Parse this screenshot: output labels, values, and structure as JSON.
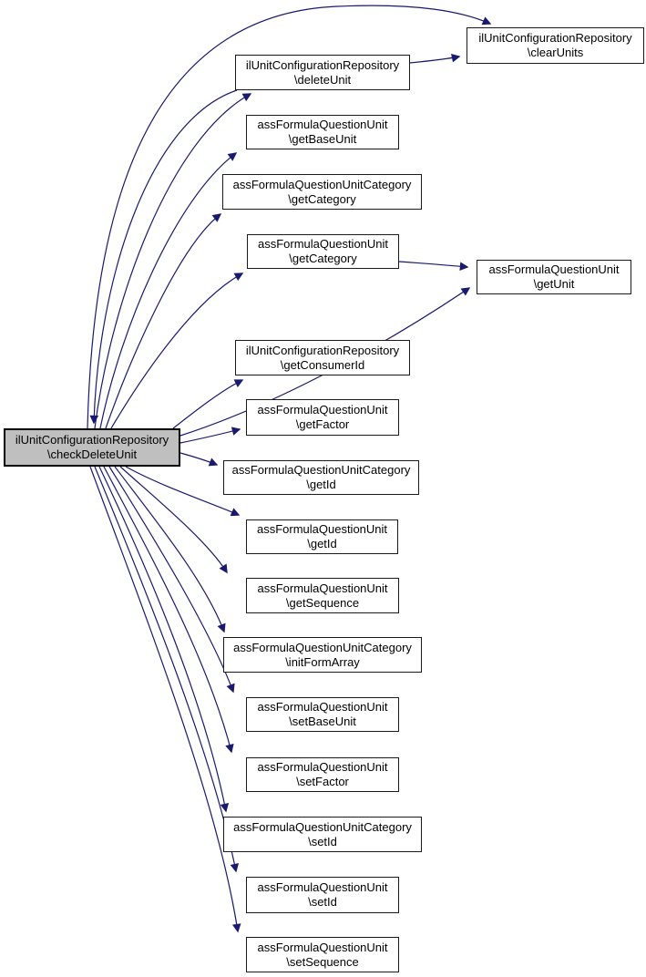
{
  "diagram": {
    "type": "call-graph",
    "edge_color": "#191970",
    "node_fill": "#ffffff",
    "node_border_color": "#1a1a1a",
    "highlight_fill": "#bfbfbf"
  },
  "nodes": [
    {
      "id": "check-delete-unit",
      "line1": "ilUnitConfigurationRepository",
      "line2": "\\checkDeleteUnit",
      "highlighted": true
    },
    {
      "id": "clear-units",
      "line1": "ilUnitConfigurationRepository",
      "line2": "\\clearUnits"
    },
    {
      "id": "delete-unit",
      "line1": "ilUnitConfigurationRepository",
      "line2": "\\deleteUnit"
    },
    {
      "id": "get-base-unit",
      "line1": "assFormulaQuestionUnit",
      "line2": "\\getBaseUnit"
    },
    {
      "id": "cat-get-category",
      "line1": "assFormulaQuestionUnitCategory",
      "line2": "\\getCategory"
    },
    {
      "id": "unit-get-category",
      "line1": "assFormulaQuestionUnit",
      "line2": "\\getCategory"
    },
    {
      "id": "get-unit",
      "line1": "assFormulaQuestionUnit",
      "line2": "\\getUnit"
    },
    {
      "id": "get-consumer-id",
      "line1": "ilUnitConfigurationRepository",
      "line2": "\\getConsumerId"
    },
    {
      "id": "get-factor",
      "line1": "assFormulaQuestionUnit",
      "line2": "\\getFactor"
    },
    {
      "id": "cat-get-id",
      "line1": "assFormulaQuestionUnitCategory",
      "line2": "\\getId"
    },
    {
      "id": "unit-get-id",
      "line1": "assFormulaQuestionUnit",
      "line2": "\\getId"
    },
    {
      "id": "get-sequence",
      "line1": "assFormulaQuestionUnit",
      "line2": "\\getSequence"
    },
    {
      "id": "init-form-array",
      "line1": "assFormulaQuestionUnitCategory",
      "line2": "\\initFormArray"
    },
    {
      "id": "set-base-unit",
      "line1": "assFormulaQuestionUnit",
      "line2": "\\setBaseUnit"
    },
    {
      "id": "set-factor",
      "line1": "assFormulaQuestionUnit",
      "line2": "\\setFactor"
    },
    {
      "id": "cat-set-id",
      "line1": "assFormulaQuestionUnitCategory",
      "line2": "\\setId"
    },
    {
      "id": "unit-set-id",
      "line1": "assFormulaQuestionUnit",
      "line2": "\\setId"
    },
    {
      "id": "set-sequence",
      "line1": "assFormulaQuestionUnit",
      "line2": "\\setSequence"
    }
  ],
  "edges": [
    {
      "from": "check-delete-unit",
      "to": "clear-units"
    },
    {
      "from": "check-delete-unit",
      "to": "delete-unit"
    },
    {
      "from": "check-delete-unit",
      "to": "get-base-unit"
    },
    {
      "from": "check-delete-unit",
      "to": "cat-get-category"
    },
    {
      "from": "check-delete-unit",
      "to": "unit-get-category"
    },
    {
      "from": "check-delete-unit",
      "to": "get-unit"
    },
    {
      "from": "check-delete-unit",
      "to": "get-consumer-id"
    },
    {
      "from": "check-delete-unit",
      "to": "get-factor"
    },
    {
      "from": "check-delete-unit",
      "to": "cat-get-id"
    },
    {
      "from": "check-delete-unit",
      "to": "unit-get-id"
    },
    {
      "from": "check-delete-unit",
      "to": "get-sequence"
    },
    {
      "from": "check-delete-unit",
      "to": "init-form-array"
    },
    {
      "from": "check-delete-unit",
      "to": "set-base-unit"
    },
    {
      "from": "check-delete-unit",
      "to": "set-factor"
    },
    {
      "from": "check-delete-unit",
      "to": "cat-set-id"
    },
    {
      "from": "check-delete-unit",
      "to": "unit-set-id"
    },
    {
      "from": "check-delete-unit",
      "to": "set-sequence"
    },
    {
      "from": "delete-unit",
      "to": "check-delete-unit"
    },
    {
      "from": "delete-unit",
      "to": "clear-units"
    },
    {
      "from": "unit-get-category",
      "to": "get-unit"
    }
  ]
}
